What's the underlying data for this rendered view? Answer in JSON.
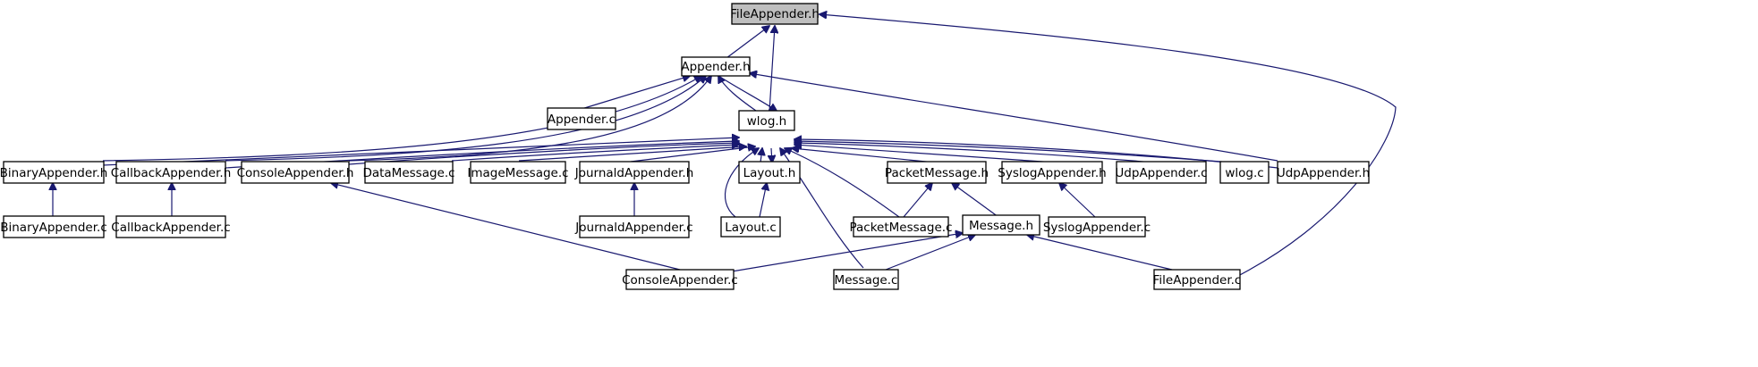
{
  "graph": {
    "nodes": [
      {
        "id": "FileAppender_h",
        "label": "FileAppender.h",
        "root": true
      },
      {
        "id": "Appender_h",
        "label": "Appender.h"
      },
      {
        "id": "Appender_c",
        "label": "Appender.c"
      },
      {
        "id": "wlog_h",
        "label": "wlog.h"
      },
      {
        "id": "BinaryAppender_h",
        "label": "BinaryAppender.h"
      },
      {
        "id": "CallbackAppender_h",
        "label": "CallbackAppender.h"
      },
      {
        "id": "ConsoleAppender_h",
        "label": "ConsoleAppender.h"
      },
      {
        "id": "DataMessage_c",
        "label": "DataMessage.c"
      },
      {
        "id": "ImageMessage_c",
        "label": "ImageMessage.c"
      },
      {
        "id": "JournaldAppender_h",
        "label": "JournaldAppender.h"
      },
      {
        "id": "Layout_h",
        "label": "Layout.h"
      },
      {
        "id": "PacketMessage_h",
        "label": "PacketMessage.h"
      },
      {
        "id": "SyslogAppender_h",
        "label": "SyslogAppender.h"
      },
      {
        "id": "UdpAppender_c",
        "label": "UdpAppender.c"
      },
      {
        "id": "wlog_c",
        "label": "wlog.c"
      },
      {
        "id": "UdpAppender_h",
        "label": "UdpAppender.h"
      },
      {
        "id": "BinaryAppender_c",
        "label": "BinaryAppender.c"
      },
      {
        "id": "CallbackAppender_c",
        "label": "CallbackAppender.c"
      },
      {
        "id": "JournaldAppender_c",
        "label": "JournaldAppender.c"
      },
      {
        "id": "Layout_c",
        "label": "Layout.c"
      },
      {
        "id": "PacketMessage_c",
        "label": "PacketMessage.c"
      },
      {
        "id": "Message_h",
        "label": "Message.h"
      },
      {
        "id": "SyslogAppender_c",
        "label": "SyslogAppender.c"
      },
      {
        "id": "ConsoleAppender_c",
        "label": "ConsoleAppender.c"
      },
      {
        "id": "Message_c",
        "label": "Message.c"
      },
      {
        "id": "FileAppender_c",
        "label": "FileAppender.c"
      }
    ],
    "edges": [
      {
        "from": "Appender_h",
        "to": "FileAppender_h"
      },
      {
        "from": "wlog_h",
        "to": "FileAppender_h"
      },
      {
        "from": "FileAppender_c",
        "to": "FileAppender_h"
      },
      {
        "from": "Appender_c",
        "to": "Appender_h"
      },
      {
        "from": "wlog_h",
        "to": "Appender_h"
      },
      {
        "from": "BinaryAppender_h",
        "to": "Appender_h"
      },
      {
        "from": "CallbackAppender_h",
        "to": "Appender_h"
      },
      {
        "from": "ConsoleAppender_h",
        "to": "Appender_h"
      },
      {
        "from": "UdpAppender_h",
        "to": "Appender_h"
      },
      {
        "from": "Appender_h",
        "to": "wlog_h"
      },
      {
        "from": "BinaryAppender_h",
        "to": "wlog_h"
      },
      {
        "from": "CallbackAppender_h",
        "to": "wlog_h"
      },
      {
        "from": "ConsoleAppender_h",
        "to": "wlog_h"
      },
      {
        "from": "DataMessage_c",
        "to": "wlog_h"
      },
      {
        "from": "ImageMessage_c",
        "to": "wlog_h"
      },
      {
        "from": "JournaldAppender_h",
        "to": "wlog_h"
      },
      {
        "from": "Layout_h",
        "to": "wlog_h"
      },
      {
        "from": "wlog_h",
        "to": "Layout_h"
      },
      {
        "from": "Layout_c",
        "to": "wlog_h"
      },
      {
        "from": "PacketMessage_h",
        "to": "wlog_h"
      },
      {
        "from": "PacketMessage_c",
        "to": "wlog_h"
      },
      {
        "from": "Message_c",
        "to": "wlog_h"
      },
      {
        "from": "SyslogAppender_h",
        "to": "wlog_h"
      },
      {
        "from": "UdpAppender_c",
        "to": "wlog_h"
      },
      {
        "from": "wlog_c",
        "to": "wlog_h"
      },
      {
        "from": "UdpAppender_h",
        "to": "wlog_h"
      },
      {
        "from": "BinaryAppender_c",
        "to": "BinaryAppender_h"
      },
      {
        "from": "CallbackAppender_c",
        "to": "CallbackAppender_h"
      },
      {
        "from": "ConsoleAppender_c",
        "to": "ConsoleAppender_h"
      },
      {
        "from": "JournaldAppender_c",
        "to": "JournaldAppender_h"
      },
      {
        "from": "Layout_c",
        "to": "Layout_h"
      },
      {
        "from": "PacketMessage_c",
        "to": "PacketMessage_h"
      },
      {
        "from": "Message_h",
        "to": "PacketMessage_h"
      },
      {
        "from": "SyslogAppender_c",
        "to": "SyslogAppender_h"
      },
      {
        "from": "ConsoleAppender_c",
        "to": "Message_h"
      },
      {
        "from": "Message_c",
        "to": "Message_h"
      },
      {
        "from": "FileAppender_c",
        "to": "Message_h"
      }
    ]
  }
}
